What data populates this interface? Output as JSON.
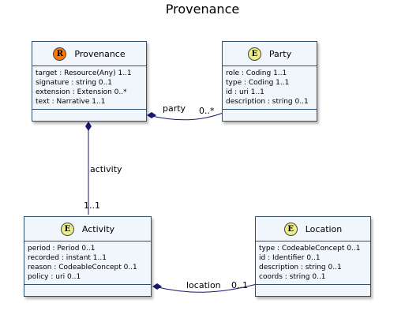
{
  "diagram": {
    "title": "Provenance",
    "classes": {
      "provenance": {
        "stereotype": "R",
        "name": "Provenance",
        "attributes": [
          "target : Resource(Any) 1..1",
          "signature : string 0..1",
          "extension : Extension 0..*",
          "text : Narrative 1..1"
        ]
      },
      "party": {
        "stereotype": "E",
        "name": "Party",
        "attributes": [
          "role : Coding 1..1",
          "type : Coding 1..1",
          "id : uri 1..1",
          "description : string 0..1"
        ]
      },
      "activity": {
        "stereotype": "E",
        "name": "Activity",
        "attributes": [
          "period : Period 0..1",
          "recorded : instant 1..1",
          "reason : CodeableConcept 0..1",
          "policy : uri 0..1"
        ]
      },
      "location": {
        "stereotype": "E",
        "name": "Location",
        "attributes": [
          "type : CodeableConcept 0..1",
          "id : Identifier 0..1",
          "description : string 0..1",
          "coords : string 0..1"
        ]
      }
    },
    "relations": {
      "party": {
        "label": "party",
        "multiplicity": "0..*"
      },
      "activity": {
        "label": "activity",
        "multiplicity": "1..1"
      },
      "location": {
        "label": "location",
        "multiplicity": "0..1"
      }
    },
    "colors": {
      "box_fill": "#f1f6fc",
      "box_border": "#2f4f6f",
      "edge": "#191970",
      "resource_badge": "#ff7700",
      "element_badge": "#eeee88"
    }
  }
}
